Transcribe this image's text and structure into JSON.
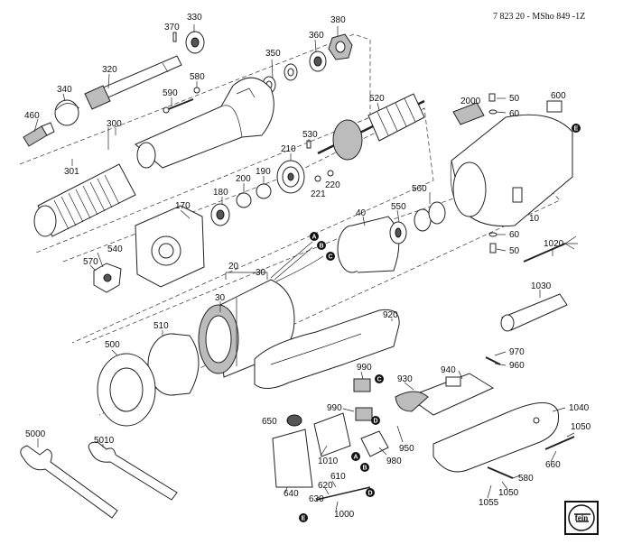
{
  "header": {
    "doc_code": "7 823 20 - MSho 849 -1Z"
  },
  "callouts": {
    "p330": "330",
    "p370": "370",
    "p380": "380",
    "p360": "360",
    "p350": "350",
    "p320": "320",
    "p580": "580",
    "p340": "340",
    "p590": "590",
    "p460": "460",
    "p300": "300",
    "p301": "301",
    "p520": "520",
    "p2000": "2000",
    "p50a": "50",
    "p60a": "60",
    "p600": "600",
    "p530": "530",
    "p210": "210",
    "p190": "190",
    "p200": "200",
    "p180": "180",
    "p221": "221",
    "p220": "220",
    "p170": "170",
    "p560": "560",
    "p550": "550",
    "p40": "40",
    "p10": "10",
    "p60b": "60",
    "p50b": "50",
    "p540": "540",
    "p570": "570",
    "p20": "20",
    "p30a": "30",
    "p30b": "30",
    "p1020": "1020",
    "p1030": "1030",
    "p920": "920",
    "p510": "510",
    "p500": "500",
    "p970": "970",
    "p960": "960",
    "p940": "940",
    "p990a": "990",
    "p930": "930",
    "p990b": "990",
    "p1040": "1040",
    "p650": "650",
    "p1050a": "1050",
    "p950": "950",
    "p1010": "1010",
    "p980": "980",
    "p660": "660",
    "p5000": "5000",
    "p5010": "5010",
    "p610": "610",
    "p620": "620",
    "p580b": "580",
    "p1050b": "1050",
    "p640": "640",
    "p630": "630",
    "p1000": "1000",
    "p1055": "1055"
  },
  "markers": {
    "mA1": "A",
    "mB1": "B",
    "mC1": "C",
    "mE1": "E",
    "mC2": "C",
    "mD1": "D",
    "mA2": "A",
    "mB2": "B",
    "mD2": "D",
    "mE2": "E"
  },
  "logo": {
    "text": "fein"
  }
}
